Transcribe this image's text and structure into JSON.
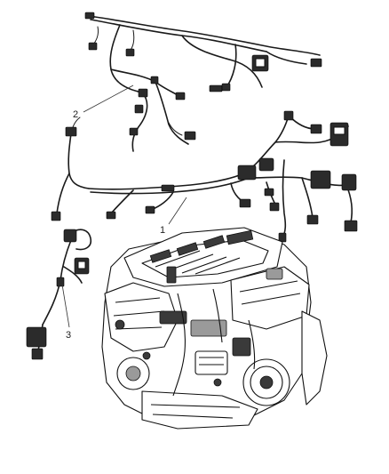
{
  "callouts": {
    "item1": "1",
    "item2": "2",
    "item3": "3"
  },
  "colors": {
    "line": "#1a1a1a",
    "background": "#ffffff"
  }
}
